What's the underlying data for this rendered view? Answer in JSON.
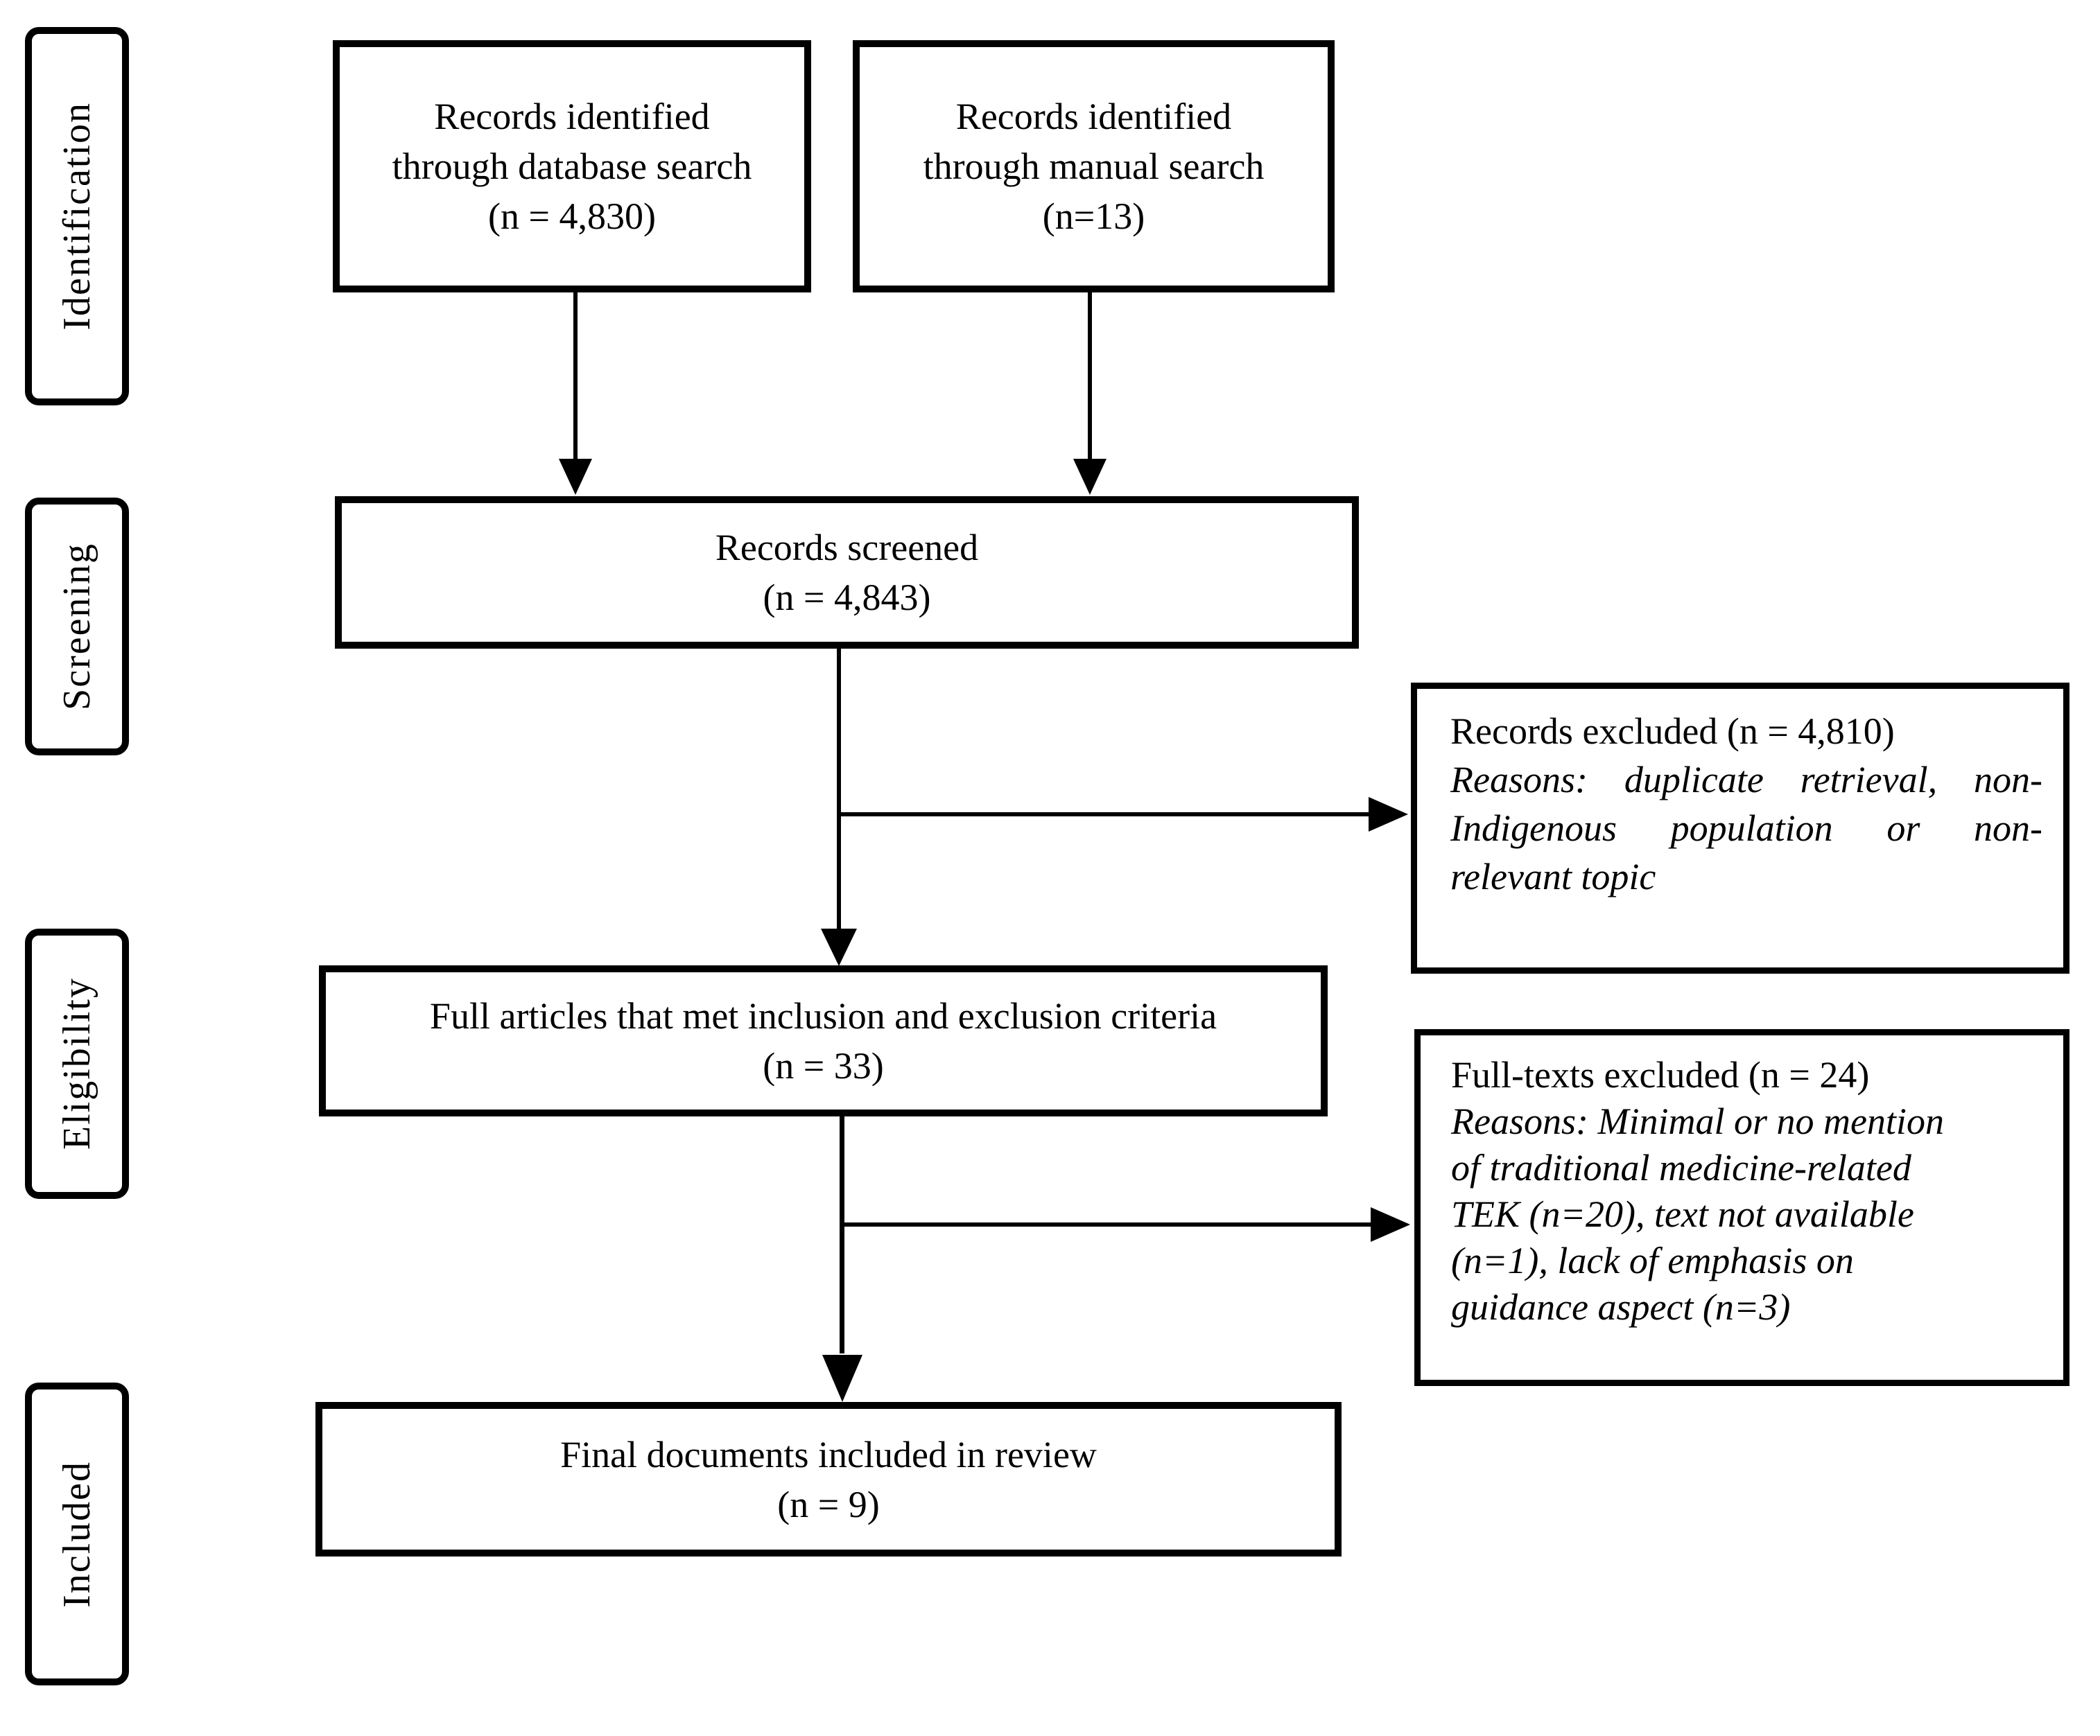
{
  "diagram": {
    "background_color": "#ffffff",
    "line_color": "#000000",
    "text_color": "#000000",
    "phases": {
      "identification": {
        "label": "Identification"
      },
      "screening": {
        "label": "Screening"
      },
      "eligibility": {
        "label": "Eligibility"
      },
      "included": {
        "label": "Included"
      }
    },
    "boxes": {
      "db_search": {
        "lines": [
          "Records identified",
          "through database search",
          "(n = 4,830)"
        ]
      },
      "manual_search": {
        "lines": [
          "Records identified",
          "through manual search",
          "(n=13)"
        ]
      },
      "screened": {
        "lines": [
          "Records screened",
          "(n = 4,843)"
        ]
      },
      "records_excluded": {
        "title": "Records excluded (n = 4,810)",
        "reason_lines": [
          "Reasons: duplicate retrieval, non-",
          "Indigenous population or non-",
          "relevant topic"
        ]
      },
      "full_articles": {
        "lines": [
          "Full articles that met inclusion and exclusion criteria",
          "(n = 33)"
        ]
      },
      "fulltexts_excluded": {
        "title": "Full-texts excluded (n = 24)",
        "reason_lines": [
          "Reasons: Minimal or no mention",
          "of traditional medicine-related",
          "TEK (n=20), text not available",
          "(n=1), lack of emphasis on",
          "guidance aspect (n=3)"
        ]
      },
      "final_included": {
        "lines": [
          "Final documents included in review",
          "(n = 9)"
        ]
      }
    }
  }
}
